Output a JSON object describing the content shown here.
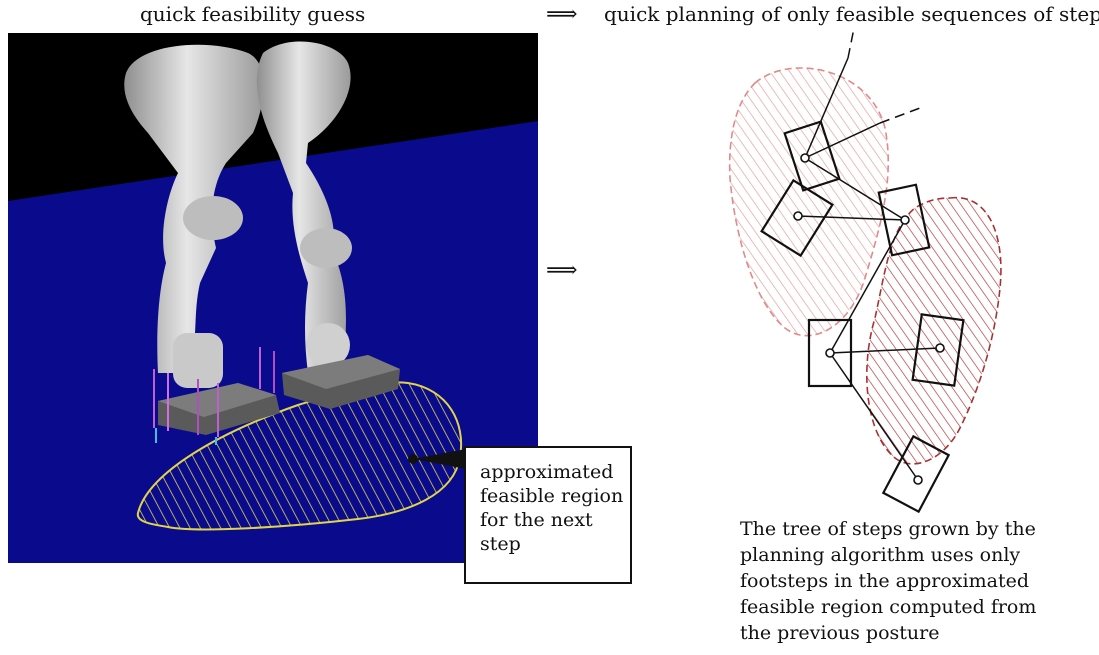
{
  "header": {
    "left_title": "quick feasibility guess",
    "arrow_symbol": "⟹",
    "right_title": "quick planning of only feasible sequences of steps"
  },
  "callout": {
    "lines": [
      "approximated",
      "feasible region",
      "for the next",
      "step"
    ]
  },
  "caption": {
    "lines": [
      "The tree of steps grown by the",
      "planning algorithm uses only",
      "footsteps in the approximated",
      "feasible region computed from",
      "the previous posture"
    ]
  },
  "colors": {
    "floor": "#0a0a8c",
    "sky": "#000000",
    "robot": "#cfcfcf",
    "feet": "#505050",
    "region_outline": "#e0d44a",
    "hatch_left": "#e6a0a0",
    "hatch_right": "#b33c3c",
    "ink": "#111111"
  },
  "icons": {
    "middle_arrow": "double-right-arrow-icon"
  }
}
